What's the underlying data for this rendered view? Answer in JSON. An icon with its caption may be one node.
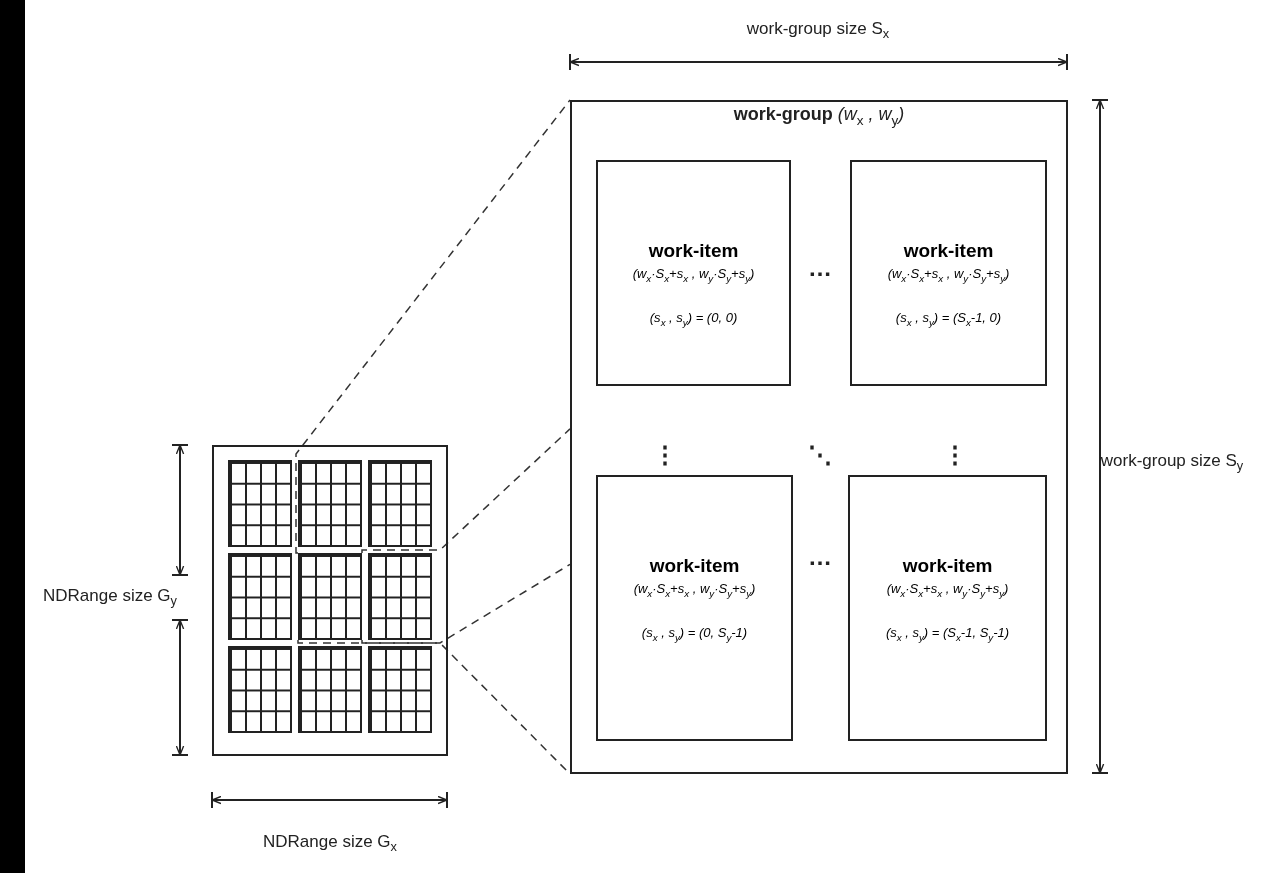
{
  "diagram": {
    "nodes": [
      {
        "text": [],
        "shape": "box"
      },
      {
        "text": [],
        "shape": "box",
        "in": 0
      },
      {
        "text": [],
        "shape": "box",
        "in": 0
      },
      {
        "text": [],
        "shape": "box",
        "in": 0
      },
      {
        "text": [],
        "shape": "box",
        "in": 0
      },
      {
        "text": [],
        "shape": "box",
        "in": 0
      },
      {
        "text": [],
        "shape": "box",
        "in": 0
      },
      {
        "text": [],
        "shape": "box",
        "in": 0
      },
      {
        "text": [],
        "shape": "box",
        "in": 0
      },
      {
        "text": [],
        "shape": "box",
        "in": 0
      },
      {
        "text": [
          "**work-group** *(w*$_{x}$ *, w*$_{y}$*)*"
        ]
      },
      {
        "text": [
          "work-item",
          "(w$_{x}$·S$_{x}$+s$_{x}$ , w$_{y}$·S$_{y}$+s$_{y}$)",
          "(s$_{x}$ , s$_{y}$) = (0, 0)"
        ],
        "in": 10
      },
      {
        "text": [
          "work-item",
          "(w$_{x}$·S$_{x}$+s$_{x}$ , w$_{y}$·S$_{y}$+s$_{y}$)",
          "(s$_{x}$ , s$_{y}$) = (S$_{x}$-1, 0)"
        ],
        "in": 10
      },
      {
        "text": [
          "work-item",
          "(w$_{x}$·S$_{x}$+s$_{x}$ , w$_{y}$·S$_{y}$+s$_{y}$)",
          "(s$_{x}$ , s$_{y}$) = (0, S$_{y}$-1)"
        ],
        "in": 10
      },
      {
        "text": [
          "work-item",
          "(w$_{x}$·S$_{x}$+s$_{x}$ , w$_{y}$·S$_{y}$+s$_{y}$)",
          "(s$_{x}$ , s$_{y}$) = (S$_{x}$-1, S$_{y}$-1)"
        ],
        "in": 10
      }
    ],
    "edges": [
      {
        "from": 5,
        "to": 10,
        "arrow": "none",
        "style": "dashed"
      },
      {
        "from": 5,
        "to": 10,
        "arrow": "none",
        "style": "dashed"
      },
      {
        "from": 5,
        "to": 10,
        "arrow": "none",
        "style": "dashed"
      },
      {
        "from": 5,
        "to": 10,
        "arrow": "none",
        "style": "dashed"
      }
    ],
    "labels": [
      "work-group size S$_{x}$",
      "…",
      "⋮",
      "⋱",
      "⋮",
      "work-group size S$_{y}$",
      "NDRange size G$_{y}$",
      "…",
      "NDRange size G$_{x}$"
    ]
  }
}
